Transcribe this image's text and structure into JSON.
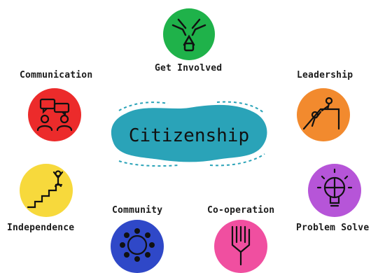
{
  "center": {
    "title": "Citizenship",
    "color": "#2aa3b8"
  },
  "nodes": [
    {
      "label": "Get Involved",
      "color": "#1fb24a",
      "icon": "hands-together-icon"
    },
    {
      "label": "Communication",
      "color": "#ec2b2b",
      "icon": "conversation-icon"
    },
    {
      "label": "Leadership",
      "color": "#f28a2e",
      "icon": "helping-climb-icon"
    },
    {
      "label": "Independence",
      "color": "#f7d93c",
      "icon": "stairs-climb-icon"
    },
    {
      "label": "Problem Solve",
      "color": "#b655d8",
      "icon": "lightbulb-puzzle-icon"
    },
    {
      "label": "Community",
      "color": "#2f48c8",
      "icon": "people-circle-icon"
    },
    {
      "label": "Co-operation",
      "color": "#f04fa0",
      "icon": "handshake-icon"
    }
  ]
}
